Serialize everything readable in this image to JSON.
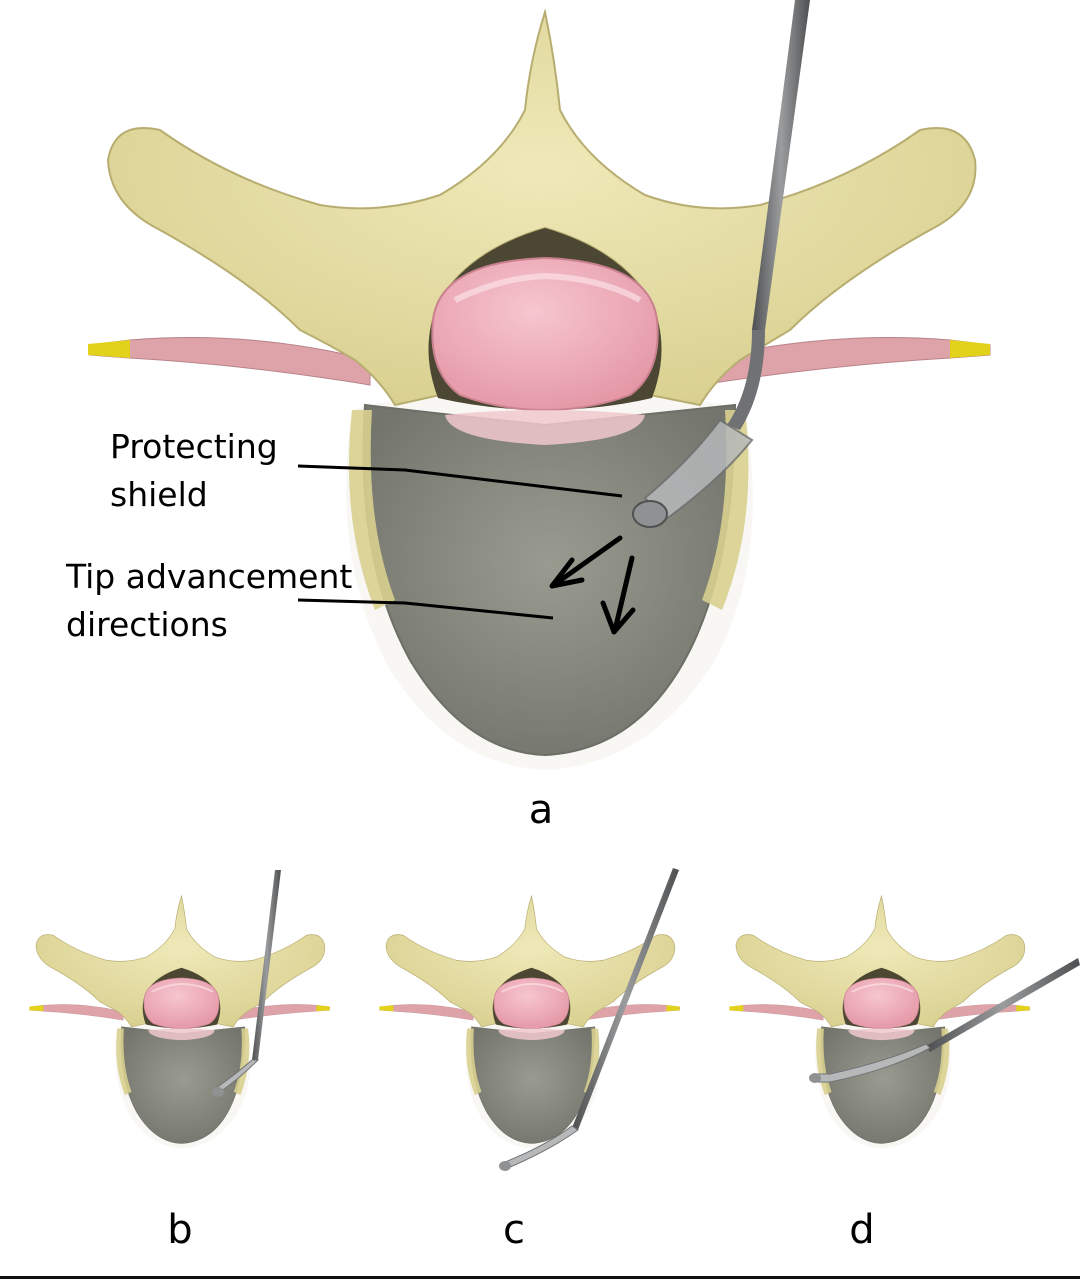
{
  "annotations": {
    "protecting_shield": "Protecting\nshield",
    "tip_advancement": "Tip advancement\ndirections"
  },
  "panels": {
    "a": "a",
    "b": "b",
    "c": "c",
    "d": "d"
  },
  "colors": {
    "bone": "#e6dfa6",
    "bone_dark": "#cbbf7c",
    "canal": "#4e4833",
    "cord": "#eba9b5",
    "nerve_root": "#dfa0a4",
    "nerve_tip": "#e2d21a",
    "body": "#8d8e83",
    "instrument": "#6a6c6e"
  }
}
